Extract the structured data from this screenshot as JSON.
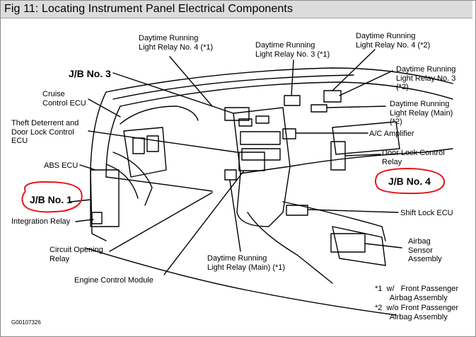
{
  "title": "Fig 11: Locating Instrument Panel Electrical Components",
  "labels": {
    "drl4_1": "Daytime Running\nLight Relay No. 4 (*1)",
    "drl3_1": "Daytime Running\nLight Relay No. 3 (*1)",
    "drl4_2": "Daytime Running\nLight Relay No. 4 (*2)",
    "drl3_2": "Daytime Running\nLight Relay No. 3\n(*2)",
    "drl_main_2": "Daytime Running\nLight Relay (Main)\n(*2)",
    "jb3": "J/B No. 3",
    "cruise": "Cruise\nControl ECU",
    "theft": "Theft Deterrent and\nDoor Lock Control\nECU",
    "ac_amp": "A/C Amplifier",
    "door_lock": "Door Lock Control\nRelay",
    "abs": "ABS ECU",
    "jb4": "J/B No. 4",
    "jb1": "J/B No. 1",
    "integration": "Integration Relay",
    "shift_lock": "Shift Lock ECU",
    "circuit": "Circuit Opening\nRelay",
    "airbag": "Airbag\nSensor\nAssembly",
    "drl_main_1": "Daytime Running\nLight Relay (Main) (*1)",
    "ecm": "Engine Control Module",
    "note1": "*1  w/   Front Passenger\n       Airbag Assembly",
    "note2": "*2  w/o Front Passenger\n       Airbag Assembly",
    "code": "G00107326"
  },
  "colors": {
    "highlight": "#e8141c",
    "title_bar": "#dcdcdc",
    "ink": "#000000"
  }
}
